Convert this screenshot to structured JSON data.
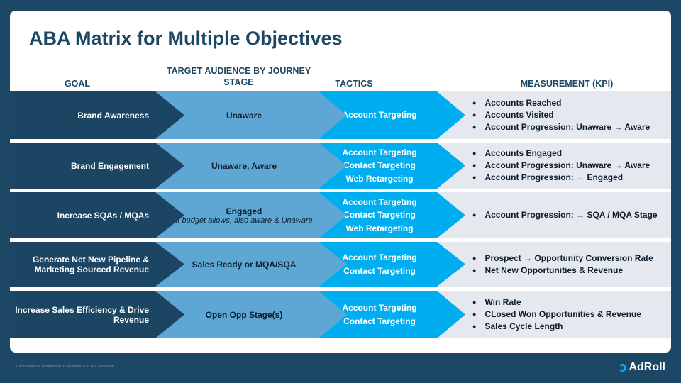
{
  "title": "ABA Matrix for Multiple Objectives",
  "headers": {
    "goal": "GOAL",
    "stage": "TARGET AUDIENCE BY JOURNEY STAGE",
    "tactics": "TACTICS",
    "kpi": "MEASUREMENT (KPI)"
  },
  "rows": [
    {
      "goal": "Brand Awareness",
      "stage": "Unaware",
      "stage_note": "",
      "tactics": [
        "Account Targeting"
      ],
      "kpis": [
        "Accounts Reached",
        "Accounts Visited",
        "Account Progression: Unaware → Aware"
      ]
    },
    {
      "goal": "Brand Engagement",
      "stage": "Unaware, Aware",
      "stage_note": "",
      "tactics": [
        "Account Targeting",
        "Contact Targeting",
        "Web Retargeting"
      ],
      "kpis": [
        "Accounts Engaged",
        "Account Progression: Unaware → Aware",
        "Account Progression: → Engaged"
      ]
    },
    {
      "goal": "Increase SQAs / MQAs",
      "stage": "Engaged",
      "stage_note": "If budget allows, also aware & Unaware",
      "tactics": [
        "Account Targeting",
        "Contact Targeting",
        "Web Retargeting"
      ],
      "kpis": [
        "Account Progression: → SQA / MQA Stage"
      ]
    },
    {
      "goal": "Generate Net New Pipeline & Marketing Sourced Revenue",
      "stage": "Sales Ready or MQA/SQA",
      "stage_note": "",
      "tactics": [
        "Account Targeting",
        "Contact Targeting"
      ],
      "kpis": [
        "Prospect → Opportunity Conversion Rate",
        "Net New Opportunities & Revenue"
      ]
    },
    {
      "goal": "Increase Sales Efficiency & Drive Revenue",
      "stage": "Open Opp Stage(s)",
      "stage_note": "",
      "tactics": [
        "Account Targeting",
        "Contact Targeting"
      ],
      "kpis": [
        "Win Rate",
        "CLosed Won Opportunities & Revenue",
        "Sales Cycle Length"
      ]
    }
  ],
  "footer": "Confidential & Proprietary to NextRoll - Do Not Distribute",
  "logo": "AdRoll"
}
